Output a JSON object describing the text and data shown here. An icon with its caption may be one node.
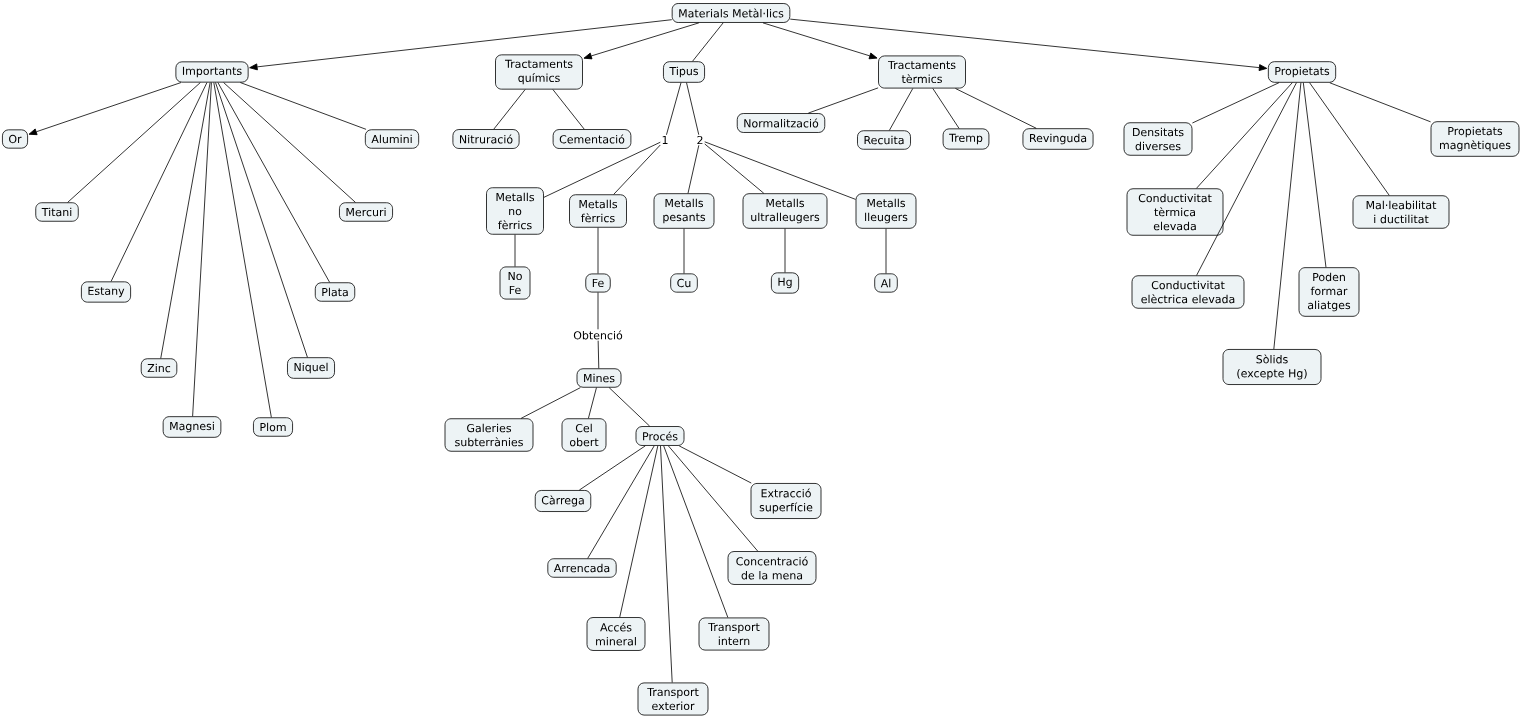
{
  "diagram": {
    "nodes": [
      {
        "text": [
          "Materials Metàl·lics"
        ]
      },
      {
        "text": [
          "Importants"
        ]
      },
      {
        "text": [
          "Tractaments químics"
        ]
      },
      {
        "text": [
          "Tipus"
        ]
      },
      {
        "text": [
          "Tractaments tèrmics"
        ]
      },
      {
        "text": [
          "Propietats"
        ]
      },
      {
        "text": [
          "Or"
        ]
      },
      {
        "text": [
          "Alumini"
        ]
      },
      {
        "text": [
          "Titani"
        ]
      },
      {
        "text": [
          "Mercuri"
        ]
      },
      {
        "text": [
          "Estany"
        ]
      },
      {
        "text": [
          "Plata"
        ]
      },
      {
        "text": [
          "Zinc"
        ]
      },
      {
        "text": [
          "Niquel"
        ]
      },
      {
        "text": [
          "Magnesi"
        ]
      },
      {
        "text": [
          "Plom"
        ]
      },
      {
        "text": [
          "Nitruració"
        ]
      },
      {
        "text": [
          "Cementació"
        ]
      },
      {
        "text": [
          "1"
        ]
      },
      {
        "text": [
          "2"
        ]
      },
      {
        "text": [
          "Metalls no fèrrics"
        ]
      },
      {
        "text": [
          "Metalls fèrrics"
        ]
      },
      {
        "text": [
          "Metalls pesants"
        ]
      },
      {
        "text": [
          "Metalls ultralleugers"
        ]
      },
      {
        "text": [
          "Metalls lleugers"
        ]
      },
      {
        "text": [
          "No Fe"
        ]
      },
      {
        "text": [
          "Fe"
        ]
      },
      {
        "text": [
          "Cu"
        ]
      },
      {
        "text": [
          "Hg"
        ]
      },
      {
        "text": [
          "Al"
        ]
      },
      {
        "text": [
          "Obtenció"
        ]
      },
      {
        "text": [
          "Mines"
        ]
      },
      {
        "text": [
          "Galeries subterrànies"
        ]
      },
      {
        "text": [
          "Cel obert"
        ]
      },
      {
        "text": [
          "Procés"
        ]
      },
      {
        "text": [
          "Càrrega"
        ]
      },
      {
        "text": [
          "Extracció superfície"
        ]
      },
      {
        "text": [
          "Arrencada"
        ]
      },
      {
        "text": [
          "Concentració de la mena"
        ]
      },
      {
        "text": [
          "Accés mineral"
        ]
      },
      {
        "text": [
          "Transport intern"
        ]
      },
      {
        "text": [
          "Transport exterior"
        ]
      },
      {
        "text": [
          "Normalització"
        ]
      },
      {
        "text": [
          "Recuita"
        ]
      },
      {
        "text": [
          "Tremp"
        ]
      },
      {
        "text": [
          "Revinguda"
        ]
      },
      {
        "text": [
          "Densitats diverses"
        ]
      },
      {
        "text": [
          "Propietats magnètiques"
        ]
      },
      {
        "text": [
          "Conductivitat tèrmica elevada"
        ]
      },
      {
        "text": [
          "Mal·leabilitat i ductilitat"
        ]
      },
      {
        "text": [
          "Conductivitat elèctrica elevada"
        ]
      },
      {
        "text": [
          "Poden formar aliatges"
        ]
      },
      {
        "text": [
          "Sòlids (excepte Hg)"
        ]
      }
    ],
    "edges": [
      {
        "from": 0,
        "to": 1,
        "arrow": "to"
      },
      {
        "from": 0,
        "to": 2,
        "arrow": "to"
      },
      {
        "from": 0,
        "to": 3,
        "arrow": "none"
      },
      {
        "from": 0,
        "to": 4,
        "arrow": "to"
      },
      {
        "from": 0,
        "to": 5,
        "arrow": "to"
      },
      {
        "from": 1,
        "to": 6,
        "arrow": "to"
      },
      {
        "from": 1,
        "to": 7,
        "arrow": "none"
      },
      {
        "from": 1,
        "to": 8,
        "arrow": "none"
      },
      {
        "from": 1,
        "to": 9,
        "arrow": "none"
      },
      {
        "from": 1,
        "to": 10,
        "arrow": "none"
      },
      {
        "from": 1,
        "to": 11,
        "arrow": "none"
      },
      {
        "from": 1,
        "to": 12,
        "arrow": "none"
      },
      {
        "from": 1,
        "to": 13,
        "arrow": "none"
      },
      {
        "from": 1,
        "to": 14,
        "arrow": "none"
      },
      {
        "from": 1,
        "to": 15,
        "arrow": "none"
      },
      {
        "from": 2,
        "to": 16,
        "arrow": "none"
      },
      {
        "from": 2,
        "to": 17,
        "arrow": "none"
      },
      {
        "from": 3,
        "to": 18,
        "arrow": "none"
      },
      {
        "from": 3,
        "to": 19,
        "arrow": "none"
      },
      {
        "from": 18,
        "to": 20,
        "arrow": "none"
      },
      {
        "from": 18,
        "to": 21,
        "arrow": "none"
      },
      {
        "from": 19,
        "to": 22,
        "arrow": "none"
      },
      {
        "from": 19,
        "to": 23,
        "arrow": "none"
      },
      {
        "from": 19,
        "to": 24,
        "arrow": "none"
      },
      {
        "from": 20,
        "to": 25,
        "arrow": "none"
      },
      {
        "from": 21,
        "to": 26,
        "arrow": "none"
      },
      {
        "from": 22,
        "to": 27,
        "arrow": "none"
      },
      {
        "from": 23,
        "to": 28,
        "arrow": "none"
      },
      {
        "from": 24,
        "to": 29,
        "arrow": "none"
      },
      {
        "from": 26,
        "to": 30,
        "arrow": "none"
      },
      {
        "from": 30,
        "to": 31,
        "arrow": "none"
      },
      {
        "from": 31,
        "to": 32,
        "arrow": "none"
      },
      {
        "from": 31,
        "to": 33,
        "arrow": "none"
      },
      {
        "from": 31,
        "to": 34,
        "arrow": "none"
      },
      {
        "from": 34,
        "to": 35,
        "arrow": "none"
      },
      {
        "from": 34,
        "to": 36,
        "arrow": "none"
      },
      {
        "from": 34,
        "to": 37,
        "arrow": "none"
      },
      {
        "from": 34,
        "to": 38,
        "arrow": "none"
      },
      {
        "from": 34,
        "to": 39,
        "arrow": "none"
      },
      {
        "from": 34,
        "to": 40,
        "arrow": "none"
      },
      {
        "from": 34,
        "to": 41,
        "arrow": "none"
      },
      {
        "from": 4,
        "to": 42,
        "arrow": "none"
      },
      {
        "from": 4,
        "to": 43,
        "arrow": "none"
      },
      {
        "from": 4,
        "to": 44,
        "arrow": "none"
      },
      {
        "from": 4,
        "to": 45,
        "arrow": "none"
      },
      {
        "from": 5,
        "to": 46,
        "arrow": "none"
      },
      {
        "from": 5,
        "to": 47,
        "arrow": "none"
      },
      {
        "from": 5,
        "to": 48,
        "arrow": "none"
      },
      {
        "from": 5,
        "to": 49,
        "arrow": "none"
      },
      {
        "from": 5,
        "to": 50,
        "arrow": "none"
      },
      {
        "from": 5,
        "to": 51,
        "arrow": "none"
      },
      {
        "from": 5,
        "to": 52,
        "arrow": "none"
      }
    ]
  }
}
